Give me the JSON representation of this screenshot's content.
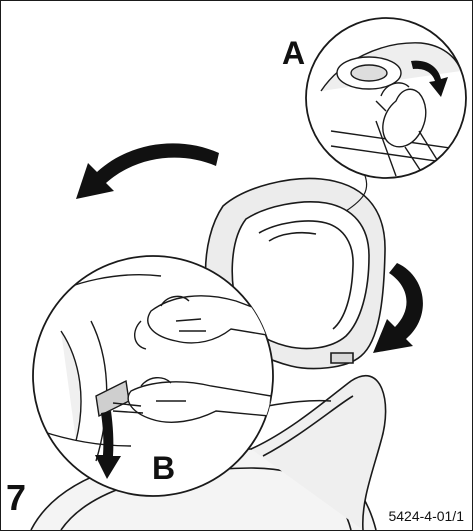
{
  "labels": {
    "callout_a": "A",
    "callout_b": "B",
    "step_number": "7",
    "figure_code": "5424-4-01/1"
  },
  "icons": [
    "rotate-backward-arrow-icon",
    "rotate-down-arrow-icon",
    "push-down-arrow-icon",
    "twist-arrow-icon"
  ],
  "colors": {
    "line": "#1a1a1a",
    "shade": "#e6e6e6",
    "arrow": "#111111",
    "background": "#ffffff"
  }
}
